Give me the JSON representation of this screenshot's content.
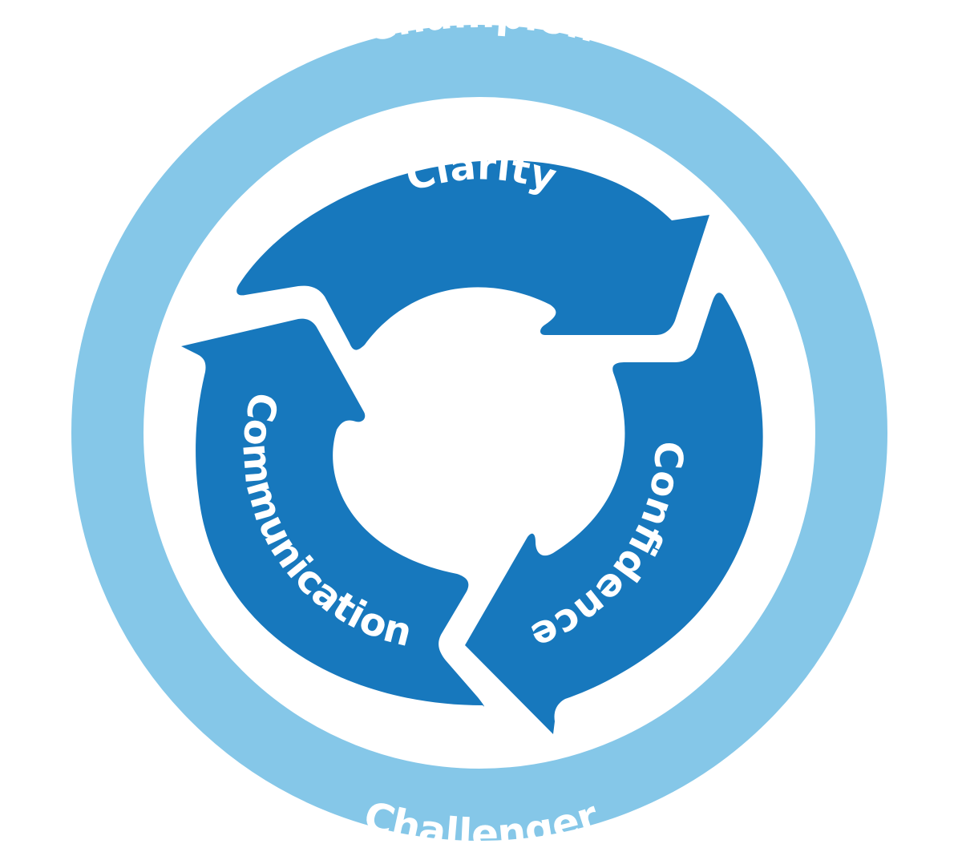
{
  "outer_ring": {
    "top_label": "Champion",
    "bottom_label": "Challenger",
    "color": "#85c7e8"
  },
  "cycle": {
    "color": "#1778bd",
    "segments": [
      {
        "label": "Clarity"
      },
      {
        "label": "Confidence"
      },
      {
        "label": "Communication"
      }
    ]
  }
}
